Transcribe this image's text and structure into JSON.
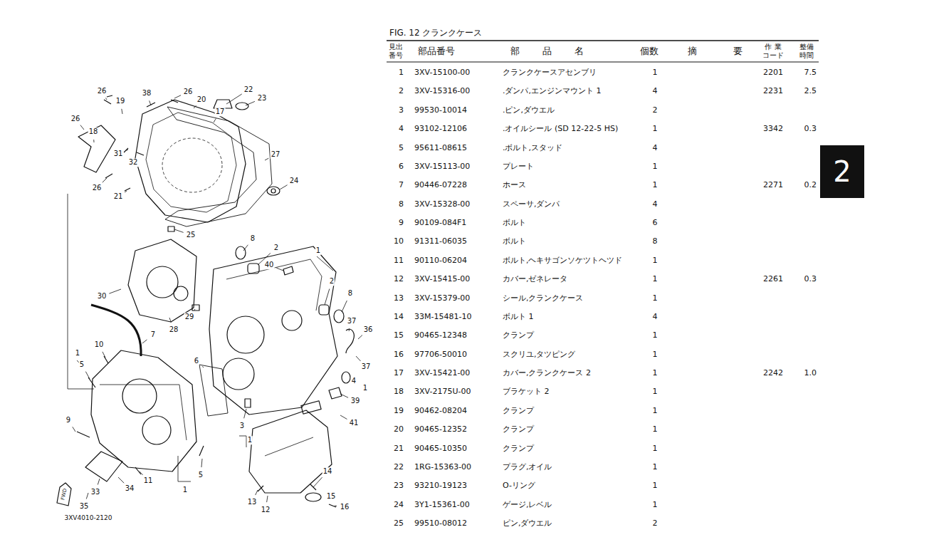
{
  "diagram": {
    "title": "FIG. 12 クランクケース",
    "nodes": [
      {
        "text": [
          "2"
        ]
      }
    ],
    "labels": [
      "見出",
      "番号",
      "部品番号",
      "部 品 名",
      "個数",
      "摘",
      "要",
      "作 業",
      "コード",
      "整備",
      "時間",
      "1",
      "3XV-15100-00",
      "クランクケースアセンブリ",
      "1",
      "2201",
      "7.5",
      "2",
      "3XV-15316-00",
      ".ダンパ,エンジンマウント 1",
      "4",
      "2231",
      "2.5",
      "3",
      "99530-10014",
      ".ピン,ダウエル",
      "2",
      "4",
      "93102-12106",
      ".オイルシール (SD 12-22-5 HS)",
      "1",
      "3342",
      "0.3",
      "5",
      "95611-08615",
      ".ボルト,スタッド",
      "4",
      "6",
      "3XV-15113-00",
      "プレート",
      "1",
      "7",
      "90446-07228",
      "ホース",
      "1",
      "2271",
      "0.2",
      "8",
      "3XV-15328-00",
      "スペーサ,ダンパ",
      "4",
      "9",
      "90109-084F1",
      "ボルト",
      "6",
      "10",
      "91311-06035",
      "ボルト",
      "8",
      "11",
      "90110-06204",
      "ボルト,ヘキサゴンソケツトヘツド",
      "1",
      "12",
      "3XV-15415-00",
      "カバー,ゼネレータ",
      "1",
      "2261",
      "0.3",
      "13",
      "3XV-15379-00",
      "シール,クランクケース",
      "1",
      "14",
      "33M-15481-10",
      "ボルト 1",
      "4",
      "15",
      "90465-12348",
      "クランプ",
      "1",
      "16",
      "97706-50010",
      "スクリユ,タツピング",
      "1",
      "17",
      "3XV-15421-00",
      "カバー,クランクケース 2",
      "1",
      "2242",
      "1.0",
      "18",
      "3XV-2175U-00",
      "ブラケット 2",
      "1",
      "19",
      "90462-08204",
      "クランプ",
      "1",
      "20",
      "90465-12352",
      "クランプ",
      "1",
      "21",
      "90465-10350",
      "クランプ",
      "1",
      "22",
      "1RG-15363-00",
      "プラグ,オイル",
      "1",
      "23",
      "93210-19123",
      "O-リング",
      "1",
      "24",
      "3Y1-15361-00",
      "ゲージ,レベル",
      "1",
      "25",
      "99510-08012",
      "ピン,ダウエル",
      "2",
      "26",
      "19",
      "38",
      "26",
      "20",
      "22",
      "23",
      "17",
      "26",
      "18",
      "31",
      "32",
      "27",
      "26",
      "21",
      "24",
      "25",
      "8",
      "2",
      "1",
      "40",
      "2",
      "8",
      "30",
      "29",
      "28",
      "7",
      "37",
      "36",
      "37",
      "10",
      "1",
      "5",
      "6",
      "4",
      "1",
      "39",
      "3",
      "41",
      "1",
      "9",
      "14",
      "5",
      "11",
      "34",
      "33",
      "35",
      "1",
      "13",
      "12",
      "15",
      "16",
      "3XV4010-2120",
      "FWD"
    ]
  }
}
